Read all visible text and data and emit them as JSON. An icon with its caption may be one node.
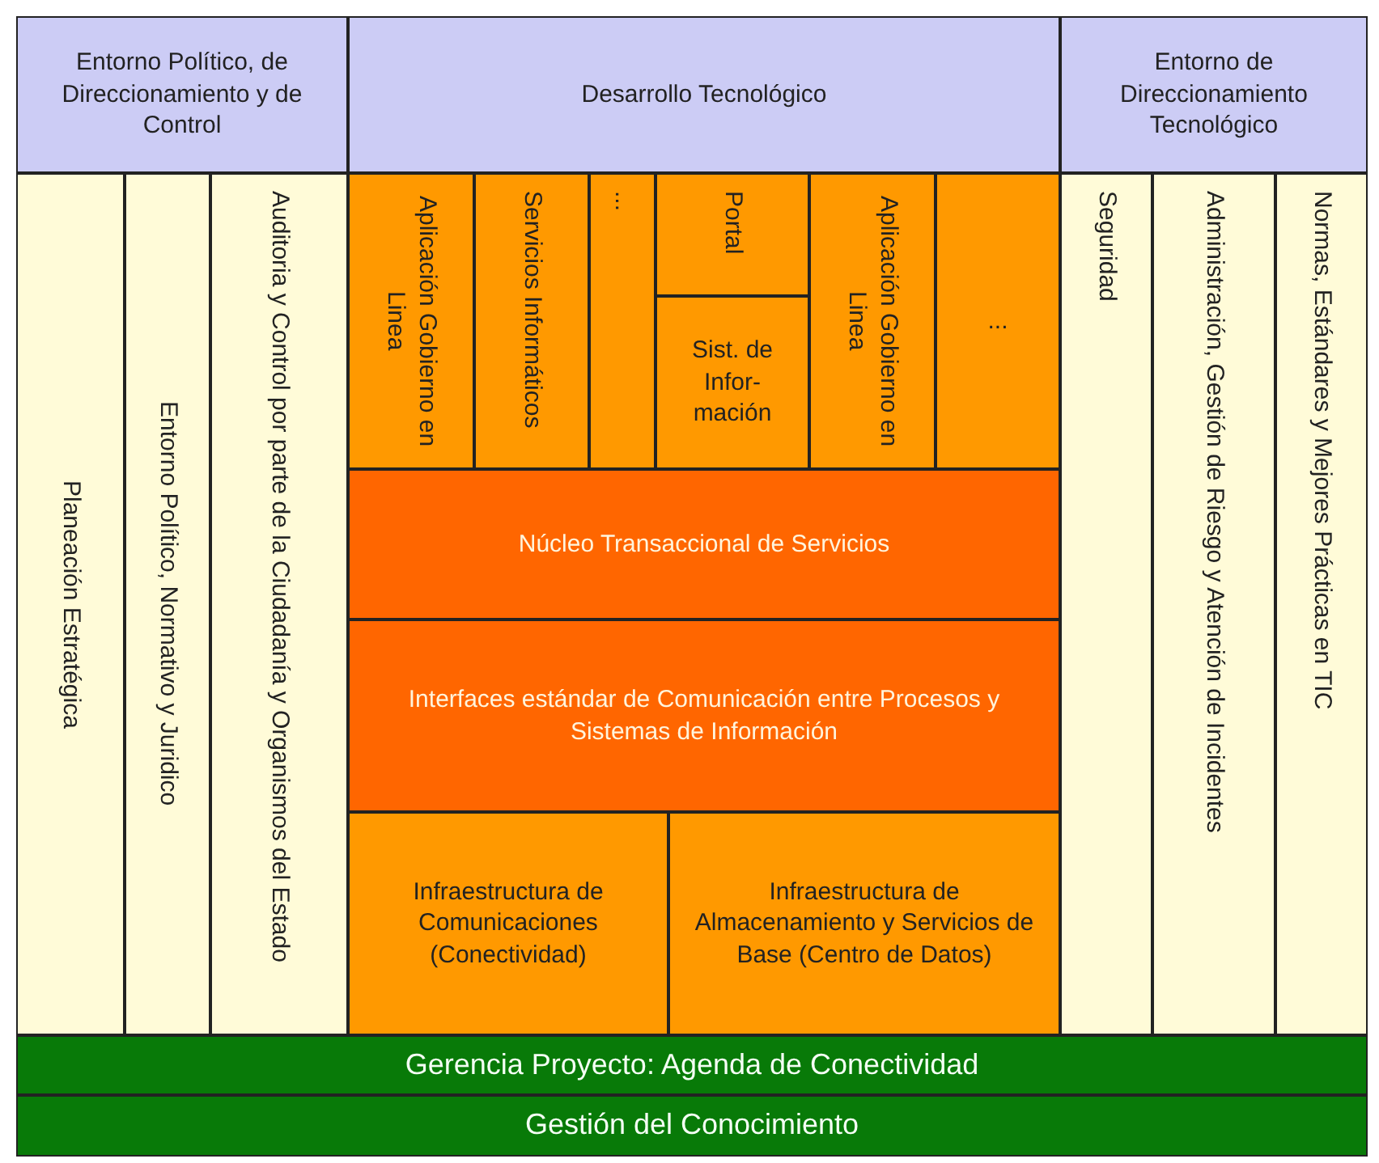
{
  "diagram": {
    "nodes": [
      {
        "text": [
          "Entorno Político, de Direccionamiento y de Control"
        ]
      },
      {
        "text": [
          "Desarrollo Tecnológico"
        ]
      },
      {
        "text": [
          "Entorno de Direccionamiento Tecnológico"
        ]
      },
      {
        "text": [
          "Planeación Estratégica"
        ]
      },
      {
        "text": [
          "Entorno Político, Normativo y Juridico"
        ]
      },
      {
        "text": [
          "Auditoria y Control por parte de la Ciudadanía y Organismos del Estado"
        ]
      },
      {
        "text": [
          "Aplicación Gobierno en Linea"
        ]
      },
      {
        "text": [
          "Servicios Informáticos"
        ]
      },
      {
        "text": [
          "..."
        ]
      },
      {
        "text": [
          "Portal"
        ]
      },
      {
        "text": [
          "Sist. de Infor- mación"
        ]
      },
      {
        "text": [
          "Aplicación Gobierno en Linea"
        ]
      },
      {
        "text": [
          "..."
        ]
      },
      {
        "text": [
          "Núcleo Transaccional de Servicios"
        ]
      },
      {
        "text": [
          "Interfaces estándar de Comunicación entre Procesos y Sistemas de Información"
        ]
      },
      {
        "text": [
          "Infraestructura de Comunicaciones (Conectividad)"
        ]
      },
      {
        "text": [
          "Infraestructura de Almacenamiento y Servicios de Base (Centro de Datos)"
        ]
      },
      {
        "text": [
          "Seguridad"
        ]
      },
      {
        "text": [
          "Administración, Gestión de Riesgo y Atención de Incidentes"
        ]
      },
      {
        "text": [
          "Normas, Estándares y Mejores Prácticas en TIC"
        ]
      },
      {
        "text": [
          "Gerencia Proyecto: Agenda de Conectividad"
        ]
      },
      {
        "text": [
          "Gestión del Conocimiento"
        ]
      }
    ]
  }
}
